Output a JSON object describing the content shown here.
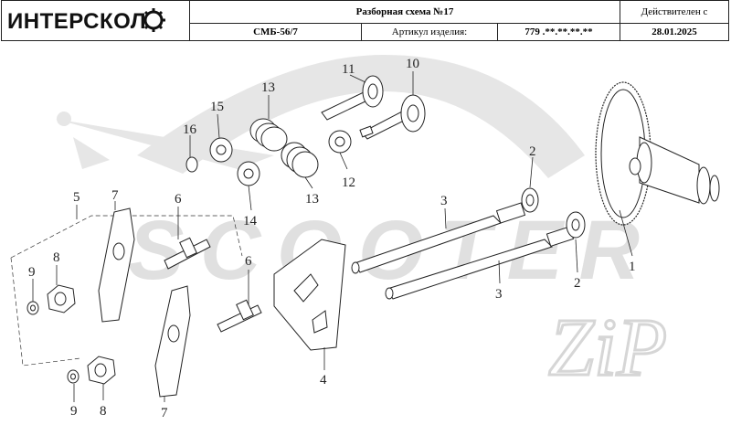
{
  "header": {
    "brand": "ИНТЕРСКОЛ",
    "title": "Разборная схема №17",
    "valid_from_label": "Действителен с",
    "model": "СМБ-56/7",
    "article_label": "Артикул изделия:",
    "article_value": "779 .**.**.**.**",
    "date": "28.01.2025"
  },
  "watermark": {
    "text": "SCOOTER",
    "sub": "ZiP"
  },
  "callouts": [
    "1",
    "2",
    "2",
    "3",
    "3",
    "4",
    "5",
    "6",
    "6",
    "7",
    "7",
    "8",
    "8",
    "9",
    "9",
    "10",
    "11",
    "12",
    "13",
    "13",
    "14",
    "15",
    "16"
  ],
  "colors": {
    "line": "#222222",
    "watermark": "#e2e2e2",
    "part_fill": "#ffffff"
  }
}
